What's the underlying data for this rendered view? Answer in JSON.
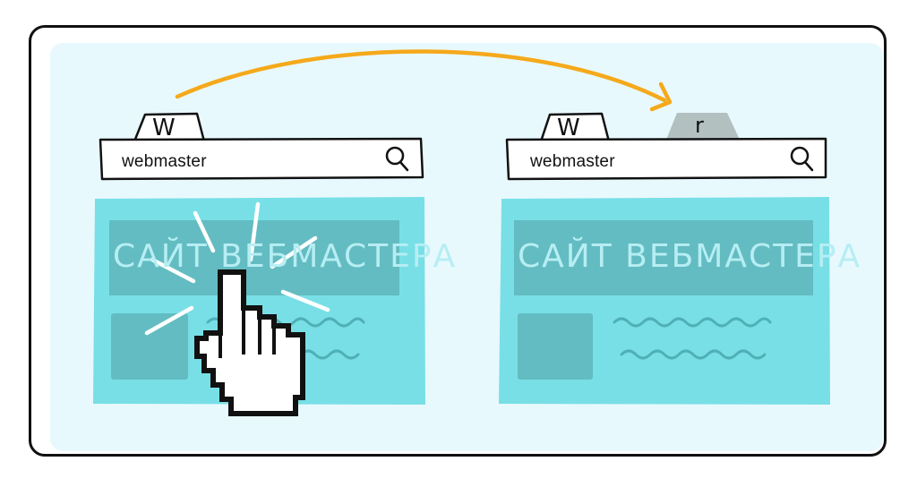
{
  "left_browser": {
    "tab_letter": "W",
    "url_text": "webmaster",
    "site_title": "САЙТ ВЕБМАСТЕРА"
  },
  "right_browser": {
    "tab_letter": "W",
    "new_tab_letter": "r",
    "url_text": "webmaster",
    "site_title": "САЙТ ВЕБМАСТЕРА"
  },
  "colors": {
    "panel_bg": "#e8f9fd",
    "page_bg": "#78dfe6",
    "banner": "#63bcc1",
    "arrow": "#f5a91b",
    "new_tab": "#b3c0c0",
    "outline": "#111111"
  },
  "icons": [
    "search-icon",
    "pointer-hand-icon",
    "click-burst-icon",
    "arrow-icon"
  ]
}
